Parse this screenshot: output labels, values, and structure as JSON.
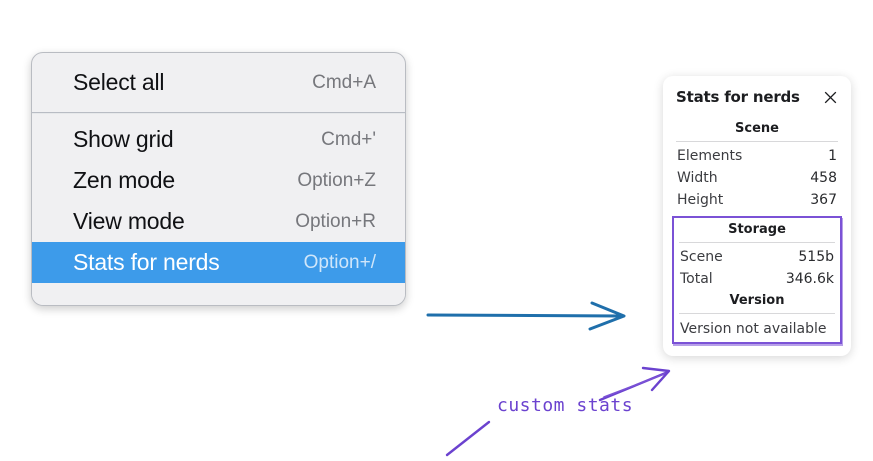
{
  "menu": {
    "groups": [
      {
        "items": [
          {
            "label": "Select all",
            "shortcut": "Cmd+A",
            "selected": false
          }
        ]
      },
      {
        "items": [
          {
            "label": "Show grid",
            "shortcut": "Cmd+'",
            "selected": false
          },
          {
            "label": "Zen mode",
            "shortcut": "Option+Z",
            "selected": false
          },
          {
            "label": "View mode",
            "shortcut": "Option+R",
            "selected": false
          },
          {
            "label": "Stats for nerds",
            "shortcut": "Option+/",
            "selected": true
          }
        ]
      }
    ],
    "highlight_color": "#3d9bea"
  },
  "stats_panel": {
    "title": "Stats for nerds",
    "close_icon": "close-icon",
    "sections": [
      {
        "heading": "Scene",
        "rows": [
          {
            "label": "Elements",
            "value": "1"
          },
          {
            "label": "Width",
            "value": "458"
          },
          {
            "label": "Height",
            "value": "367"
          }
        ]
      },
      {
        "heading": "Storage",
        "rows": [
          {
            "label": "Scene",
            "value": "515b"
          },
          {
            "label": "Total",
            "value": "346.6k"
          }
        ]
      },
      {
        "heading": "Version",
        "text": "Version not available"
      }
    ],
    "highlight_color": "#7b52d6"
  },
  "annotations": {
    "custom_stats_label": "custom stats",
    "arrow_blue_color": "#1f6fab",
    "arrow_purple_color": "#6b42cf"
  }
}
